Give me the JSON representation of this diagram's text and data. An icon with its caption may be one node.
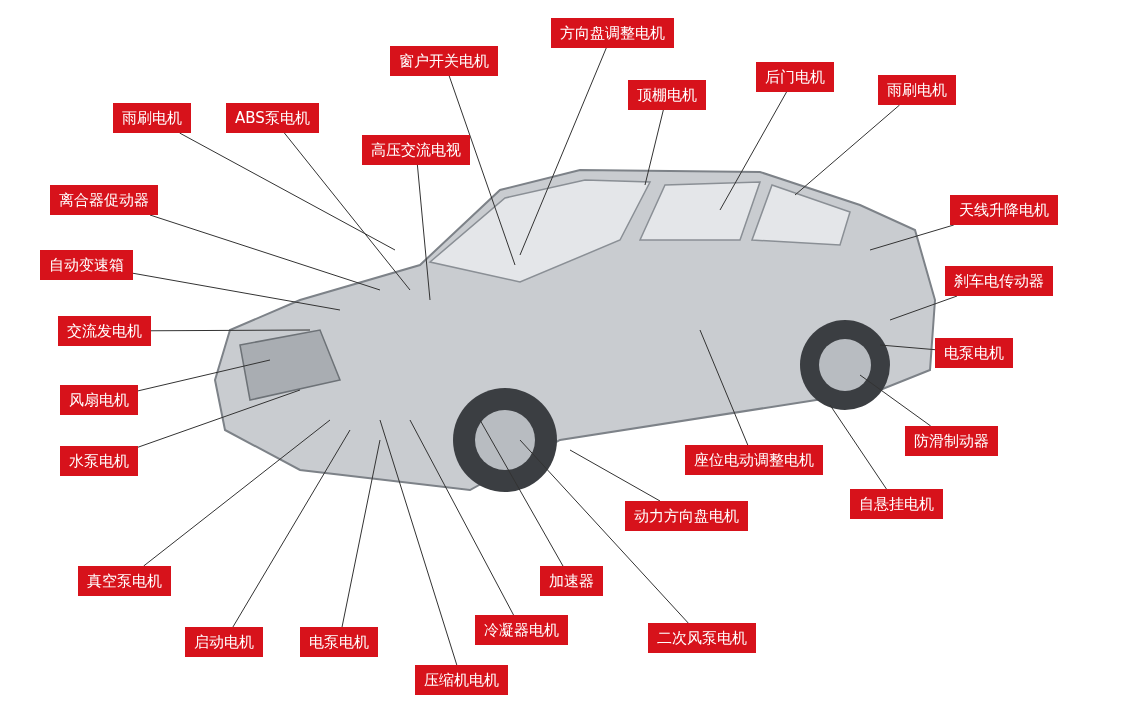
{
  "diagram": {
    "nodes": [
      {
        "text": [
          "方向盘调整电机"
        ]
      },
      {
        "text": [
          "窗户开关电机"
        ]
      },
      {
        "text": [
          "后门电机"
        ]
      },
      {
        "text": [
          "雨刷电机"
        ]
      },
      {
        "text": [
          "顶棚电机"
        ]
      },
      {
        "text": [
          "雨刷电机"
        ]
      },
      {
        "text": [
          "ABS泵电机"
        ]
      },
      {
        "text": [
          "高压交流电视"
        ]
      },
      {
        "text": [
          "离合器促动器"
        ]
      },
      {
        "text": [
          "天线升降电机"
        ]
      },
      {
        "text": [
          "自动变速箱"
        ]
      },
      {
        "text": [
          "刹车电传动器"
        ]
      },
      {
        "text": [
          "交流发电机"
        ]
      },
      {
        "text": [
          "电泵电机"
        ]
      },
      {
        "text": [
          "风扇电机"
        ]
      },
      {
        "text": [
          "防滑制动器"
        ]
      },
      {
        "text": [
          "水泵电机"
        ]
      },
      {
        "text": [
          "座位电动调整电机"
        ]
      },
      {
        "text": [
          "自悬挂电机"
        ]
      },
      {
        "text": [
          "动力方向盘电机"
        ]
      },
      {
        "text": [
          "真空泵电机"
        ]
      },
      {
        "text": [
          "加速器"
        ]
      },
      {
        "text": [
          "冷凝器电机"
        ]
      },
      {
        "text": [
          "二次风泵电机"
        ]
      },
      {
        "text": [
          "启动电机"
        ]
      },
      {
        "text": [
          "电泵电机"
        ]
      },
      {
        "text": [
          "压缩机电机"
        ]
      }
    ],
    "edges": [
      {
        "from": 0,
        "to": null,
        "arrow": "none"
      },
      {
        "from": 1,
        "to": null,
        "arrow": "none"
      },
      {
        "from": 2,
        "to": null,
        "arrow": "none"
      },
      {
        "from": 3,
        "to": null,
        "arrow": "none"
      },
      {
        "from": 4,
        "to": null,
        "arrow": "none"
      },
      {
        "from": 5,
        "to": null,
        "arrow": "none"
      },
      {
        "from": 6,
        "to": null,
        "arrow": "none"
      },
      {
        "from": 7,
        "to": null,
        "arrow": "none"
      },
      {
        "from": 8,
        "to": null,
        "arrow": "none"
      },
      {
        "from": 9,
        "to": null,
        "arrow": "none"
      },
      {
        "from": 10,
        "to": null,
        "arrow": "none"
      },
      {
        "from": 11,
        "to": null,
        "arrow": "none"
      },
      {
        "from": 12,
        "to": null,
        "arrow": "none"
      },
      {
        "from": 13,
        "to": null,
        "arrow": "none"
      },
      {
        "from": 14,
        "to": null,
        "arrow": "none"
      },
      {
        "from": 15,
        "to": null,
        "arrow": "none"
      },
      {
        "from": 16,
        "to": null,
        "arrow": "none"
      },
      {
        "from": 17,
        "to": null,
        "arrow": "none"
      },
      {
        "from": 18,
        "to": null,
        "arrow": "none"
      },
      {
        "from": 19,
        "to": null,
        "arrow": "none"
      },
      {
        "from": 20,
        "to": null,
        "arrow": "none"
      },
      {
        "from": 21,
        "to": null,
        "arrow": "none"
      },
      {
        "from": 22,
        "to": null,
        "arrow": "none"
      },
      {
        "from": 23,
        "to": null,
        "arrow": "none"
      },
      {
        "from": 24,
        "to": null,
        "arrow": "none"
      },
      {
        "from": 25,
        "to": null,
        "arrow": "none"
      },
      {
        "from": 26,
        "to": null,
        "arrow": "none"
      }
    ]
  }
}
